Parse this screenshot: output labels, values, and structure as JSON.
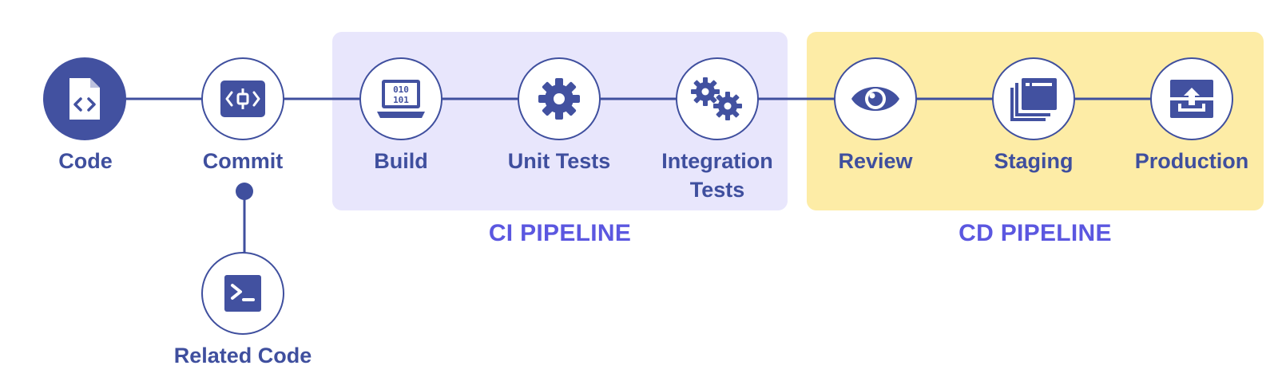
{
  "nodes": {
    "code": {
      "label": "Code",
      "icon": "code-file-icon"
    },
    "commit": {
      "label": "Commit",
      "icon": "commit-icon"
    },
    "build": {
      "label": "Build",
      "icon": "laptop-binary-icon"
    },
    "unit_tests": {
      "label": "Unit Tests",
      "icon": "gear-icon"
    },
    "integration_tests": {
      "label_line1": "Integration",
      "label_line2": "Tests",
      "icon": "gears-icon"
    },
    "review": {
      "label": "Review",
      "icon": "eye-icon"
    },
    "staging": {
      "label": "Staging",
      "icon": "windows-stack-icon"
    },
    "production": {
      "label": "Production",
      "icon": "deploy-upload-icon"
    },
    "related_code": {
      "label": "Related Code",
      "icon": "terminal-icon"
    }
  },
  "pipelines": {
    "ci": {
      "label": "CI PIPELINE",
      "color": "#e8e6fc"
    },
    "cd": {
      "label": "CD PIPELINE",
      "color": "#fdeca6"
    }
  },
  "colors": {
    "primary": "#4251a0",
    "accent_text": "#5b57e0"
  }
}
